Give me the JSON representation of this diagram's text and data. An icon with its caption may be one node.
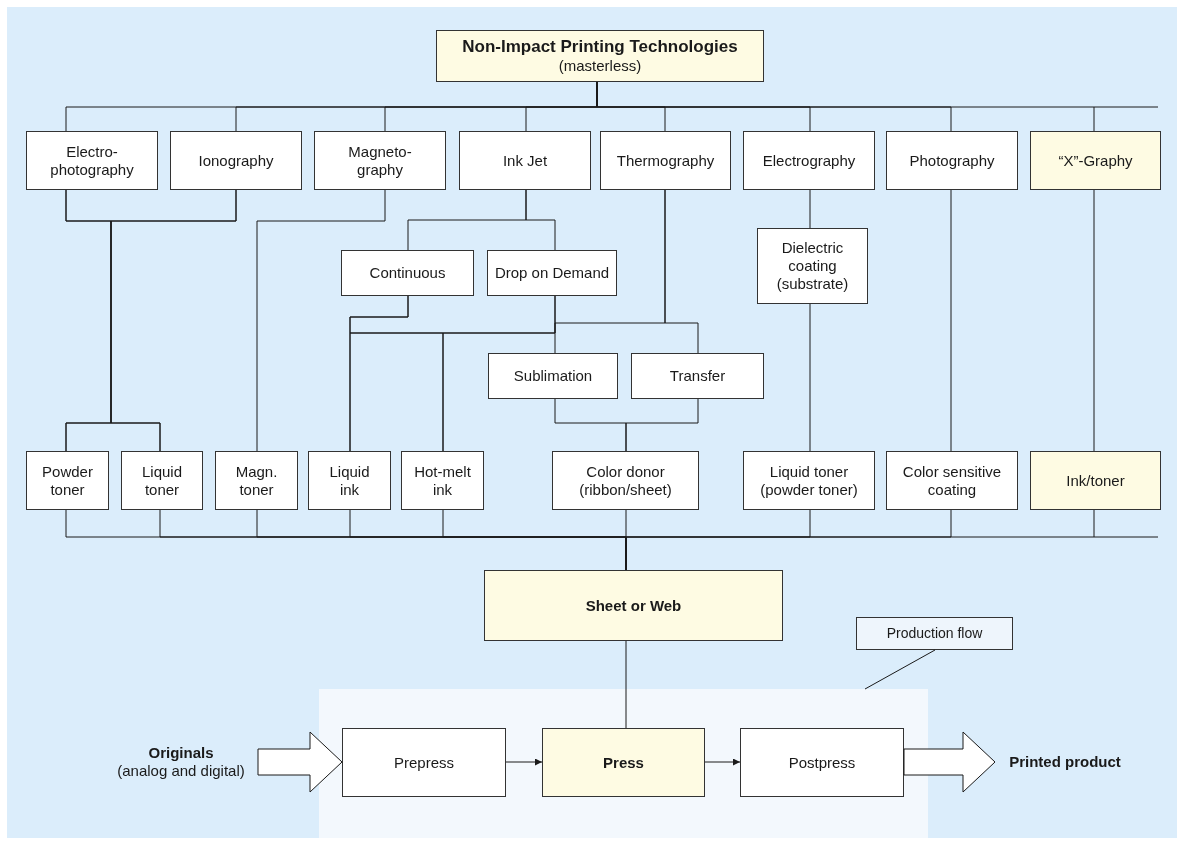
{
  "diagram": {
    "nodes": [
      {
        "text": [
          "Non-Impact Printing Technologies",
          "(masterless)"
        ]
      },
      {
        "text": [
          "Electro- photography"
        ]
      },
      {
        "text": [
          "Ionography"
        ]
      },
      {
        "text": [
          "Magneto- graphy"
        ]
      },
      {
        "text": [
          "Ink Jet"
        ]
      },
      {
        "text": [
          "Thermography"
        ]
      },
      {
        "text": [
          "Electrography"
        ]
      },
      {
        "text": [
          "Photography"
        ]
      },
      {
        "text": [
          "“X”-Graphy"
        ]
      },
      {
        "text": [
          "Continuous"
        ]
      },
      {
        "text": [
          "Drop on Demand"
        ]
      },
      {
        "text": [
          "Dielectric coating (substrate)"
        ]
      },
      {
        "text": [
          "Sublimation"
        ]
      },
      {
        "text": [
          "Transfer"
        ]
      },
      {
        "text": [
          "Powder toner"
        ]
      },
      {
        "text": [
          "Liquid toner"
        ]
      },
      {
        "text": [
          "Magn. toner"
        ]
      },
      {
        "text": [
          "Liquid ink"
        ]
      },
      {
        "text": [
          "Hot-melt ink"
        ]
      },
      {
        "text": [
          "Color donor (ribbon/sheet)"
        ]
      },
      {
        "text": [
          "Liquid toner (powder toner)"
        ]
      },
      {
        "text": [
          "Color sensitive coating"
        ]
      },
      {
        "text": [
          "Ink/toner"
        ]
      },
      {
        "text": [
          "Sheet or Web"
        ]
      },
      {
        "text": [
          "Production flow"
        ]
      },
      {
        "text": [
          "Originals",
          "(analog and digital)"
        ]
      },
      {
        "text": [],
        "shape": "box"
      },
      {
        "text": [
          "Prepress"
        ],
        "in": 26
      },
      {
        "text": [
          "Press"
        ],
        "in": 26
      },
      {
        "text": [
          "Postpress"
        ],
        "in": 26
      },
      {
        "text": [
          "Printed product"
        ]
      }
    ],
    "edges": [
      {
        "from": 0,
        "to": 1,
        "arrow": "none"
      },
      {
        "from": 0,
        "to": 2,
        "arrow": "none"
      },
      {
        "from": 0,
        "to": 3,
        "arrow": "none"
      },
      {
        "from": 0,
        "to": 4,
        "arrow": "none"
      },
      {
        "from": 0,
        "to": 5,
        "arrow": "none"
      },
      {
        "from": 0,
        "to": 6,
        "arrow": "none"
      },
      {
        "from": 0,
        "to": 7,
        "arrow": "none"
      },
      {
        "from": 0,
        "to": 8,
        "arrow": "none"
      },
      {
        "from": 1,
        "to": 14,
        "arrow": "none"
      },
      {
        "from": 1,
        "to": 15,
        "arrow": "none"
      },
      {
        "from": 2,
        "to": 14,
        "arrow": "none"
      },
      {
        "from": 2,
        "to": 15,
        "arrow": "none"
      },
      {
        "from": 3,
        "to": 16,
        "arrow": "none"
      },
      {
        "from": 4,
        "to": 9,
        "arrow": "none"
      },
      {
        "from": 4,
        "to": 10,
        "arrow": "none"
      },
      {
        "from": 9,
        "to": 17,
        "arrow": "none"
      },
      {
        "from": 9,
        "to": 18,
        "arrow": "none"
      },
      {
        "from": 10,
        "to": 17,
        "arrow": "none"
      },
      {
        "from": 10,
        "to": 18,
        "arrow": "none"
      },
      {
        "from": 5,
        "to": 12,
        "arrow": "none"
      },
      {
        "from": 5,
        "to": 13,
        "arrow": "none"
      },
      {
        "from": 12,
        "to": 19,
        "arrow": "none"
      },
      {
        "from": 13,
        "to": 19,
        "arrow": "none"
      },
      {
        "from": 6,
        "to": 11,
        "arrow": "none"
      },
      {
        "from": 11,
        "to": 20,
        "arrow": "none"
      },
      {
        "from": 7,
        "to": 21,
        "arrow": "none"
      },
      {
        "from": 8,
        "to": 22,
        "arrow": "none"
      },
      {
        "from": 14,
        "to": 23,
        "arrow": "none"
      },
      {
        "from": 15,
        "to": 23,
        "arrow": "none"
      },
      {
        "from": 16,
        "to": 23,
        "arrow": "none"
      },
      {
        "from": 17,
        "to": 23,
        "arrow": "none"
      },
      {
        "from": 18,
        "to": 23,
        "arrow": "none"
      },
      {
        "from": 19,
        "to": 23,
        "arrow": "none"
      },
      {
        "from": 20,
        "to": 23,
        "arrow": "none"
      },
      {
        "from": 21,
        "to": 23,
        "arrow": "none"
      },
      {
        "from": 22,
        "to": 23,
        "arrow": "none"
      },
      {
        "from": 23,
        "to": 28,
        "arrow": "none"
      },
      {
        "from": 25,
        "to": 27,
        "arrow": "to",
        "style": "thick"
      },
      {
        "from": 27,
        "to": 28,
        "arrow": "to"
      },
      {
        "from": 28,
        "to": 29,
        "arrow": "to"
      },
      {
        "from": 29,
        "to": 30,
        "arrow": "to",
        "style": "thick"
      },
      {
        "from": 24,
        "to": 26,
        "arrow": "none"
      }
    ]
  }
}
